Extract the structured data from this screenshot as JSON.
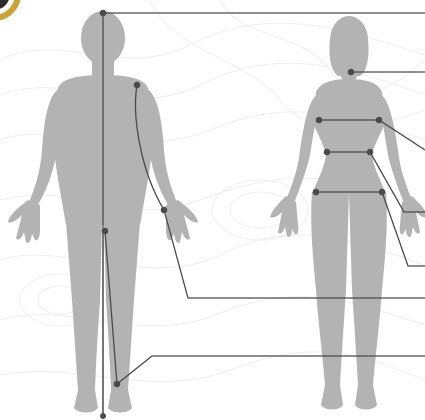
{
  "colors": {
    "background": "#ffffff",
    "contour": "#eeeeee",
    "silhouette": "#b3b3b3",
    "line": "#4a4a4a",
    "marker": "#4a4a4a",
    "corner_logo": "#c9a33a"
  },
  "figures": {
    "male": {
      "kind": "male-body-silhouette",
      "view": "front"
    },
    "female": {
      "kind": "female-body-silhouette",
      "view": "front"
    }
  },
  "background_pattern": "topographic-contour-lines"
}
